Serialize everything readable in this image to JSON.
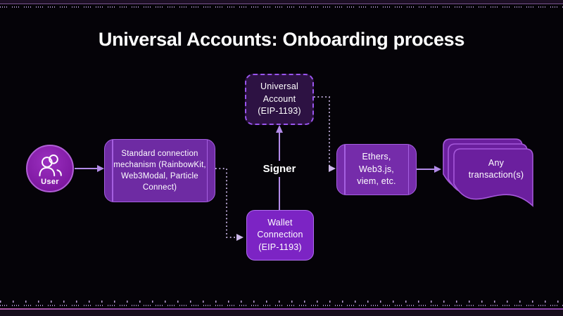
{
  "title": "Universal Accounts: Onboarding process",
  "diagram": {
    "user": {
      "label": "User"
    },
    "standard_connection": {
      "lines": [
        "Standard connection",
        "mechanism (RainbowKit,",
        "Web3Modal, Particle",
        "Connect)"
      ]
    },
    "universal_account": {
      "lines": [
        "Universal",
        "Account",
        "(EIP-1193)"
      ]
    },
    "signer_label": "Signer",
    "wallet_connection": {
      "lines": [
        "Wallet",
        "Connection",
        "(EIP-1193)"
      ]
    },
    "web3_libraries": {
      "lines": [
        "Ethers,",
        "Web3.js,",
        "viem, etc."
      ]
    },
    "any_transactions": {
      "lines": [
        "Any",
        "transaction(s)"
      ]
    },
    "edges": [
      {
        "from": "user",
        "to": "standard_connection",
        "style": "solid-arrow"
      },
      {
        "from": "standard_connection",
        "to": "wallet_connection",
        "style": "dashed-arrow"
      },
      {
        "from": "wallet_connection",
        "to": "universal_account",
        "style": "solid-arrow",
        "label": "Signer"
      },
      {
        "from": "universal_account",
        "to": "web3_libraries",
        "style": "dashed-arrow"
      },
      {
        "from": "web3_libraries",
        "to": "any_transactions",
        "style": "solid-arrow"
      }
    ]
  },
  "colors": {
    "background": "#050308",
    "box_fill": "#6e2ba3",
    "box_fill_bright": "#7c24c4",
    "box_border": "#a55fe0",
    "dark_box_fill": "#2d1243",
    "dashed_border": "#9a55ee",
    "arrow_solid": "#b28ae8",
    "arrow_dashed": "#cdb8ea",
    "accent_line_bottom": "#9a49b5",
    "text": "#ffffff"
  }
}
